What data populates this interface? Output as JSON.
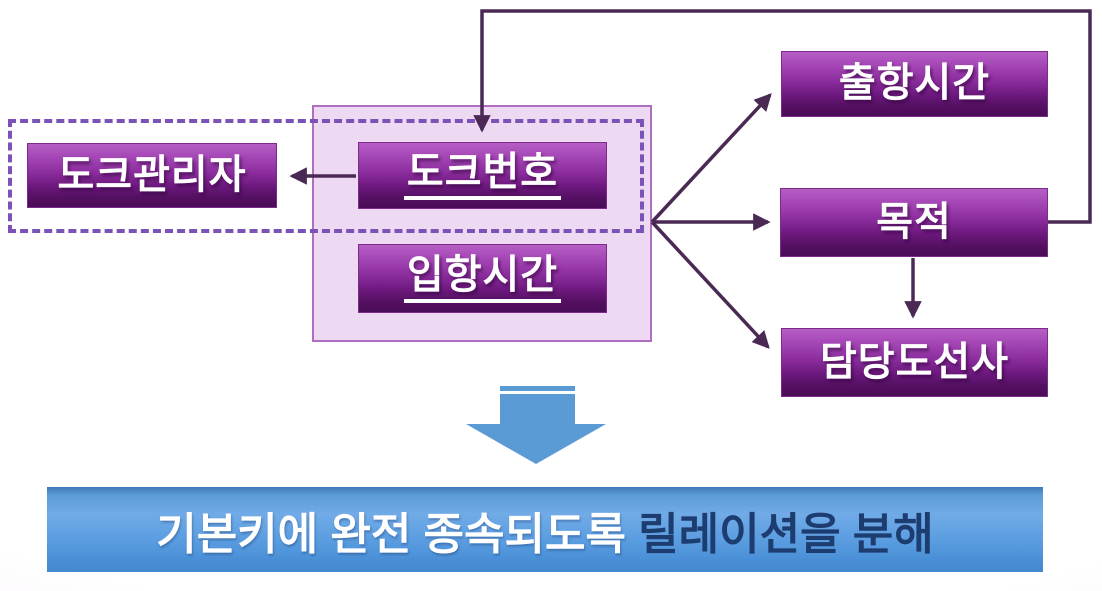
{
  "colors": {
    "connector": "#4a2a55",
    "node_light": "#b65ec5",
    "node_dark": "#4a0c57",
    "container_fill": "#eed9f2",
    "container_border": "#b06ec0",
    "dashed_border": "#7a52b8",
    "blue_arrow": "#5b9bd5",
    "banner_blue": "#5b9bd5",
    "banner_text_navy": "#1d3c70"
  },
  "diagram": {
    "dock_manager": {
      "label": "도크관리자"
    },
    "dock_number": {
      "label": "도크번호",
      "key": true
    },
    "arrival_time": {
      "label": "입항시간",
      "key": true
    },
    "departure_time": {
      "label": "출항시간"
    },
    "purpose": {
      "label": "목적"
    },
    "pilot": {
      "label": "담당도선사"
    }
  },
  "banner": {
    "highlight": "기본키에 완전 종속되도록 ",
    "rest": "릴레이션을 분해"
  }
}
